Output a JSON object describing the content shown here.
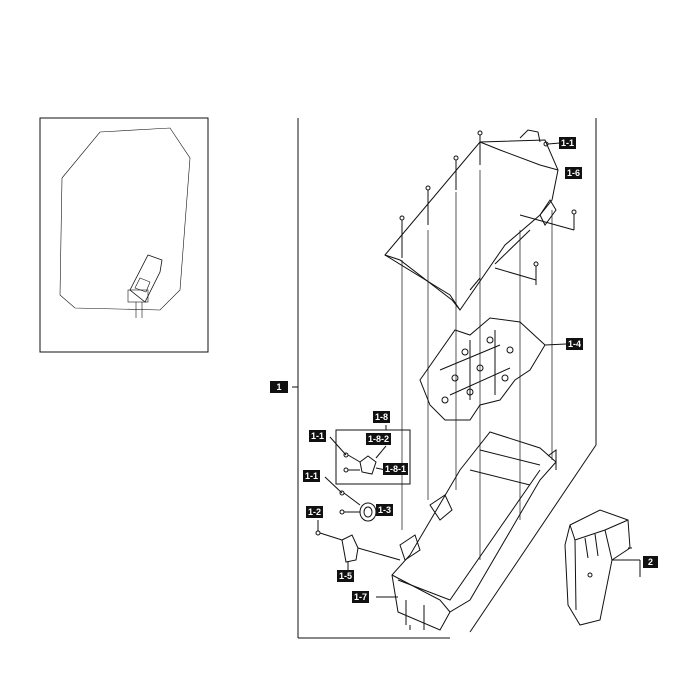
{
  "labels": {
    "l_1_1_top": "1-1",
    "l_1_6": "1-6",
    "l_1_4": "1-4",
    "l_1": "1",
    "l_1_8": "1-8",
    "l_1_1_a": "1-1",
    "l_1_8_2": "1-8-2",
    "l_1_8_1": "1-8-1",
    "l_1_1_b": "1-1",
    "l_1_3": "1-3",
    "l_1_2": "1-2",
    "l_1_5": "1-5",
    "l_1_7": "1-7",
    "l_2": "2"
  },
  "colors": {
    "line": "#111111",
    "label_bg": "#111111",
    "label_text": "#ffffff",
    "background": "#ffffff"
  }
}
